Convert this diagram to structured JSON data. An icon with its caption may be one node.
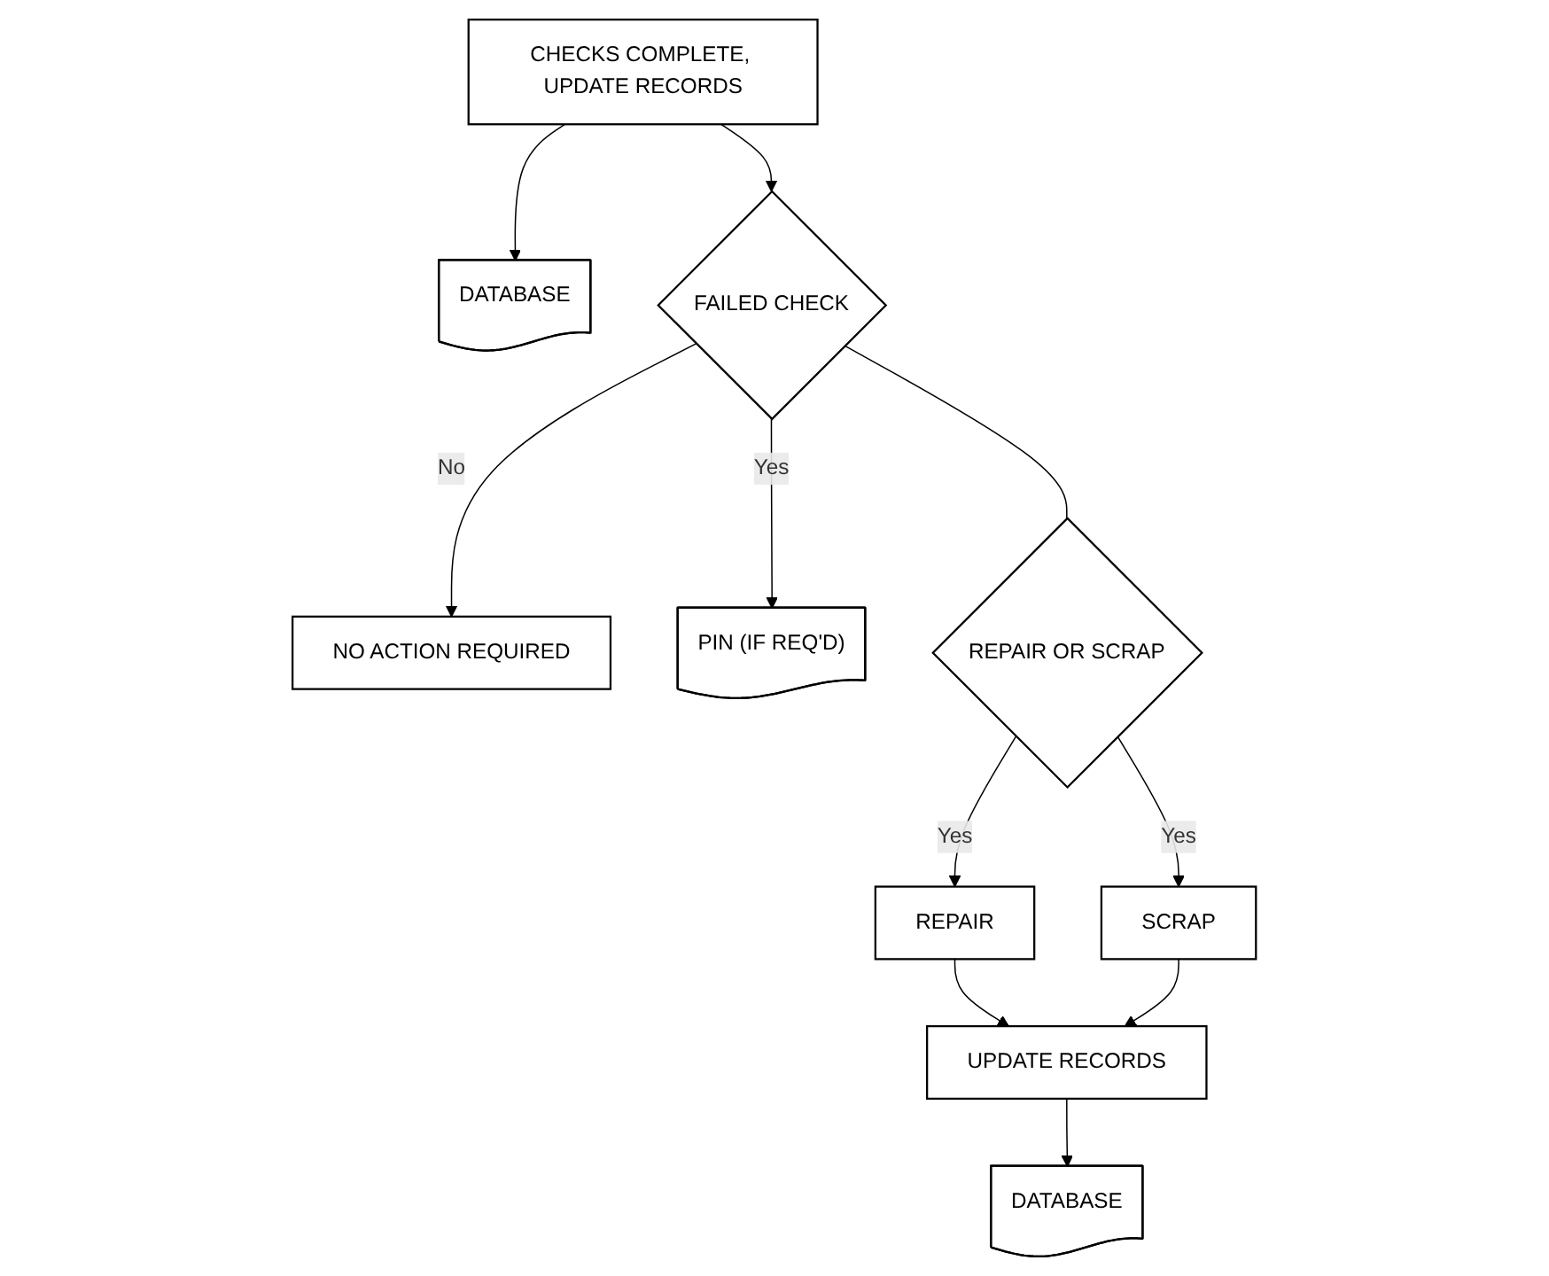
{
  "diagram": {
    "nodes": [
      {
        "text": [
          "CHECKS COMPLETE, UPDATE RECORDS"
        ]
      },
      {
        "text": [
          "DATABASE"
        ]
      },
      {
        "text": [
          "NO ACTION REQUIRED"
        ]
      },
      {
        "text": [
          "FAILED CHECK"
        ]
      },
      {
        "text": [
          "PIN (IF REQ'D)"
        ]
      },
      {
        "text": [
          "SCRAP"
        ]
      },
      {
        "text": [
          "REPAIR OR SCRAP"
        ]
      },
      {
        "text": [
          "REPAIR"
        ]
      },
      {
        "text": [
          "UPDATE RECORDS"
        ]
      },
      {
        "text": [
          "DATABASE"
        ]
      }
    ],
    "edges": [
      {
        "from": 0,
        "to": 1,
        "arrow": "to"
      },
      {
        "from": 0,
        "to": 3,
        "arrow": "to"
      },
      {
        "from": 3,
        "to": 2,
        "arrow": "to",
        "label": "No"
      },
      {
        "from": 3,
        "to": 4,
        "arrow": "to",
        "label": "Yes"
      },
      {
        "from": 3,
        "to": 6,
        "arrow": "none"
      },
      {
        "from": 6,
        "to": 5,
        "arrow": "to",
        "label": "Yes"
      },
      {
        "from": 6,
        "to": 7,
        "arrow": "to",
        "label": "Yes"
      },
      {
        "from": 7,
        "to": 8,
        "arrow": "to"
      },
      {
        "from": 5,
        "to": 8,
        "arrow": "to"
      },
      {
        "from": 8,
        "to": 9,
        "arrow": "to"
      }
    ]
  }
}
